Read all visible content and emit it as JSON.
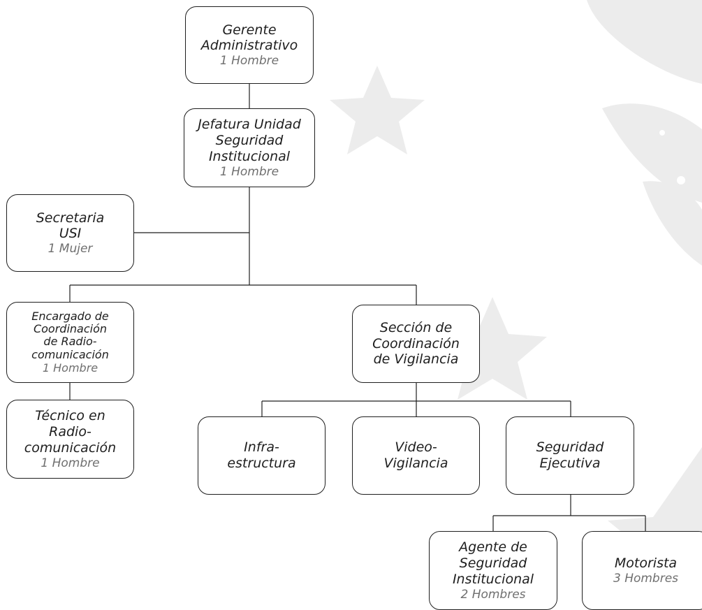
{
  "nodes": {
    "gerente": {
      "lines": [
        "Gerente",
        "Administrativo"
      ],
      "count": "1 Hombre"
    },
    "jefatura": {
      "lines": [
        "Jefatura Unidad",
        "Seguridad",
        "Institucional"
      ],
      "count": "1 Hombre"
    },
    "secretaria": {
      "lines": [
        "Secretaria",
        "USI"
      ],
      "count": "1 Mujer"
    },
    "encargado": {
      "lines": [
        "Encargado de",
        "Coordinación",
        "de Radio-",
        "comunicación"
      ],
      "count": "1 Hombre"
    },
    "tecnico": {
      "lines": [
        "Técnico en",
        "Radio-",
        "comunicación"
      ],
      "count": "1 Hombre"
    },
    "seccion": {
      "lines": [
        "Sección de",
        "Coordinación",
        "de Vigilancia"
      ]
    },
    "infra": {
      "lines": [
        "Infra-",
        "estructura"
      ]
    },
    "video": {
      "lines": [
        "Video-",
        "Vigilancia"
      ]
    },
    "seguridad": {
      "lines": [
        "Seguridad",
        "Ejecutiva"
      ]
    },
    "agente": {
      "lines": [
        "Agente de",
        "Seguridad",
        "Institucional"
      ],
      "count": "2 Hombres"
    },
    "motorista": {
      "lines": [
        "Motorista"
      ],
      "count": "3 Hombres"
    }
  },
  "colors": {
    "line": "#1e1e1e",
    "count_text": "#6f6f6f",
    "watermark": "#ececec"
  }
}
